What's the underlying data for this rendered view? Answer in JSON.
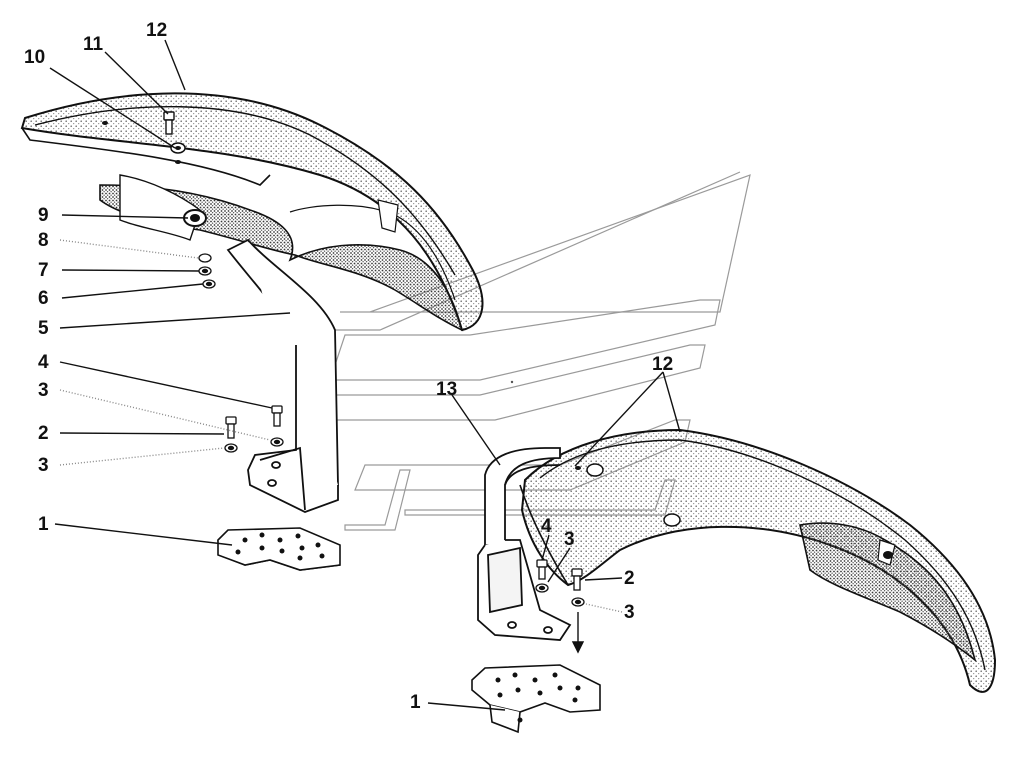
{
  "diagram": {
    "callouts": [
      {
        "id": "c10",
        "text": "10"
      },
      {
        "id": "c11",
        "text": "11"
      },
      {
        "id": "c12a",
        "text": "12"
      },
      {
        "id": "c9",
        "text": "9"
      },
      {
        "id": "c8",
        "text": "8"
      },
      {
        "id": "c7",
        "text": "7"
      },
      {
        "id": "c6",
        "text": "6"
      },
      {
        "id": "c5",
        "text": "5"
      },
      {
        "id": "c4a",
        "text": "4"
      },
      {
        "id": "c3a",
        "text": "3"
      },
      {
        "id": "c2a",
        "text": "2"
      },
      {
        "id": "c3b",
        "text": "3"
      },
      {
        "id": "c1a",
        "text": "1"
      },
      {
        "id": "c13",
        "text": "13"
      },
      {
        "id": "c12b",
        "text": "12"
      },
      {
        "id": "c4b",
        "text": "4"
      },
      {
        "id": "c3c",
        "text": "3"
      },
      {
        "id": "c2b",
        "text": "2"
      },
      {
        "id": "c3d",
        "text": "3"
      },
      {
        "id": "c1b",
        "text": "1"
      }
    ],
    "colors": {
      "ink": "#111111",
      "stipple": "#7a7a7a",
      "paper": "#ffffff"
    }
  }
}
